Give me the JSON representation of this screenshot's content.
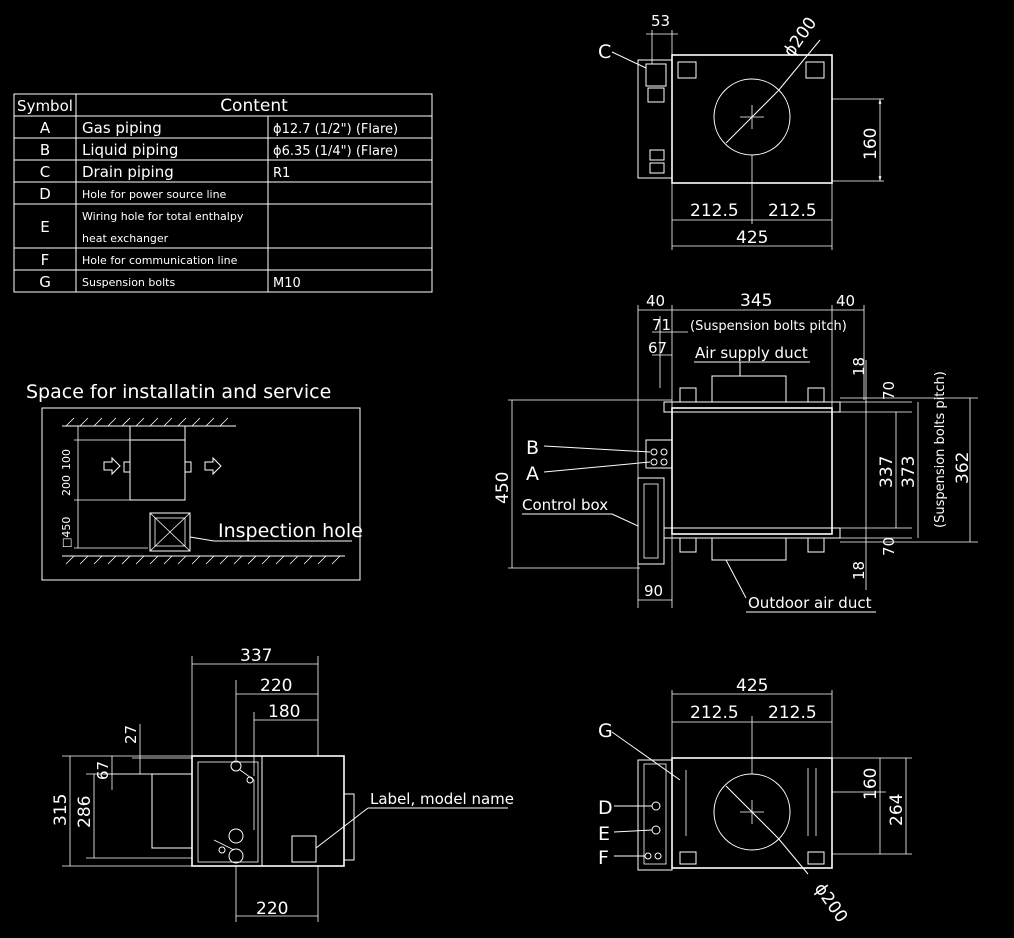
{
  "table": {
    "header": {
      "symbol": "Symbol",
      "content": "Content"
    },
    "rows": [
      {
        "symbol": "A",
        "desc": "Gas piping",
        "spec": "ϕ12.7 (1/2\") (Flare)"
      },
      {
        "symbol": "B",
        "desc": "Liquid piping",
        "spec": "ϕ6.35 (1/4\") (Flare)"
      },
      {
        "symbol": "C",
        "desc": "Drain piping",
        "spec": "R1"
      },
      {
        "symbol": "D",
        "desc": "Hole for power source line",
        "spec": ""
      },
      {
        "symbol": "E",
        "desc": "Wiring hole for total enthalpy",
        "desc2": "heat exchanger",
        "spec": ""
      },
      {
        "symbol": "F",
        "desc": "Hole for communication line",
        "spec": ""
      },
      {
        "symbol": "G",
        "desc": "Suspension bolts",
        "spec": "M10"
      }
    ]
  },
  "service": {
    "title": "Space for installatin and service",
    "inspection": "Inspection hole",
    "d100": "100",
    "d200": "200",
    "d450": "□450"
  },
  "top_view": {
    "c": "C",
    "d53": "53",
    "phi": "ϕ200",
    "d160": "160",
    "d2125a": "212.5",
    "d2125b": "212.5",
    "d425": "425"
  },
  "side_view": {
    "d40a": "40",
    "d345": "345",
    "d40b": "40",
    "d71": "71",
    "pitch": "(Suspension bolts pitch)",
    "d67": "67",
    "supply": "Air supply duct",
    "d18a": "18",
    "d70a": "70",
    "b": "B",
    "a": "A",
    "d450": "450",
    "control": "Control box",
    "d337": "337",
    "d373": "373",
    "vpitch": "(Suspension bolts pitch)",
    "d362": "362",
    "d70b": "70",
    "d18b": "18",
    "d90": "90",
    "outdoor": "Outdoor air duct"
  },
  "front_view": {
    "d337": "337",
    "d220a": "220",
    "d180": "180",
    "d27": "27",
    "d67": "67",
    "d315": "315",
    "d286": "286",
    "label": "Label, model name",
    "d220b": "220"
  },
  "bottom_view": {
    "d425": "425",
    "d2125a": "212.5",
    "d2125b": "212.5",
    "g": "G",
    "d": "D",
    "e": "E",
    "f": "F",
    "d160": "160",
    "d264": "264",
    "phi": "ϕ200"
  }
}
